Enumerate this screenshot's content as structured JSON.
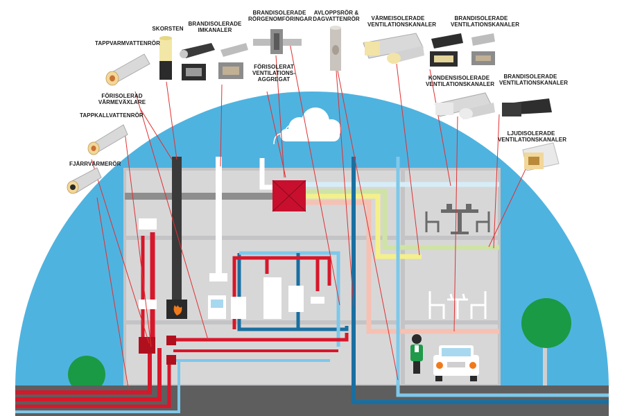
{
  "labels": {
    "skorsten": "SKORSTEN",
    "brand_imkanaler": "BRANDISOLERADE\nIMKANALER",
    "brand_rorgenomforingar": "BRANDISOLERADE\nRÖRGENOMFÖRINGAR",
    "avloppsror": "AVLOPPSRÖR &\nDAGVATTENRÖR",
    "varmeisolerade_vent": "VÄRMEISOLERADE\nVENTILATIONSKANALER",
    "brand_vent_top": "BRANDISOLERADE\nVENTILATIONSKANALER",
    "tappvarmvattenror": "TAPPVARMVATTENRÖR",
    "forisolerat_aggregat": "FÖRISOLERAT\nVENTILATIONS-\nAGGREGAT",
    "kondensisolerade_vent": "KONDENSISOLERADE\nVENTILATIONSKANALER",
    "brand_vent_mid": "BRANDISOLERADE\nVENTILATIONSKANALER",
    "forisolerad_vaxlare": "FÖRISOLERAD\nVÄRMEVÄXLARE",
    "tappkallvattenror": "TAPPKALLVATTENRÖR",
    "ljudisolerade_vent": "LJUDISOLERADE\nVENTILATIONSKANALER",
    "fjarrvarmeror": "FJÄRRVÄRMERÖR"
  },
  "colors": {
    "sky": "#4fb3e0",
    "building": "#d7d7d8",
    "building_edge": "#c4c4c6",
    "hot_pipe": "#d7172a",
    "cold_pipe": "#1a6fa0",
    "light_pipe": "#7ec8ea",
    "duct_yellow": "#f4f08a",
    "duct_pink": "#f6c1b3",
    "duct_green": "#cfe3a6",
    "ground": "#5e5e5e",
    "tree": "#1a9a45",
    "leader": "#e03030"
  }
}
